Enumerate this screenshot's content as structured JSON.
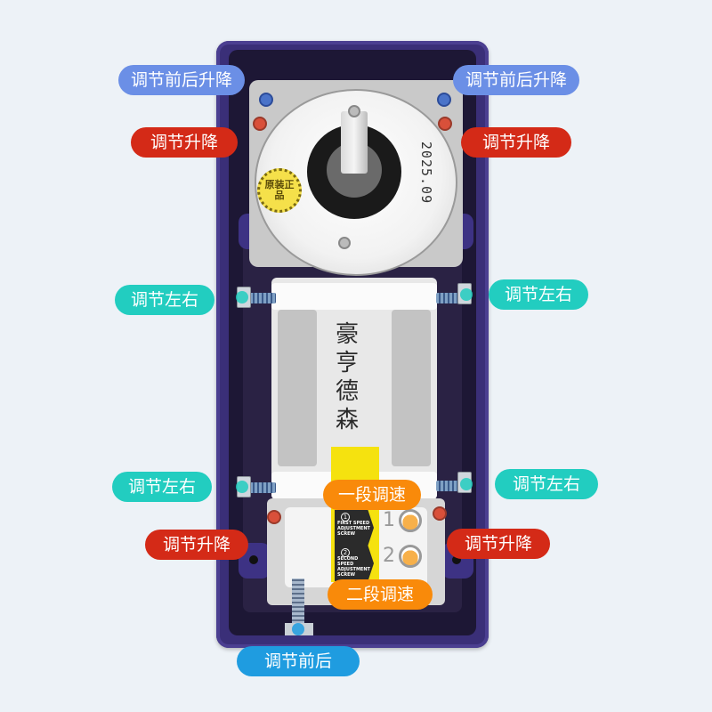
{
  "product": {
    "brand_text": "豪亨德森",
    "seal_text": "原装正品",
    "date_stamp": "2025.09",
    "label": {
      "first_num": "①",
      "first_text": "FIRST SPEED ADJUSTMENT SCREW",
      "second_num": "②",
      "second_text": "SECOND SPEED ADJUSTMENT SCREW"
    },
    "speed_numbers": [
      "1",
      "2"
    ]
  },
  "callouts": {
    "front_back_lift_left": "调节前后升降",
    "front_back_lift_right": "调节前后升降",
    "lift_top_left": "调节升降",
    "lift_top_right": "调节升降",
    "left_right_upper_left": "调节左右",
    "left_right_upper_right": "调节左右",
    "left_right_lower_left": "调节左右",
    "left_right_lower_right": "调节左右",
    "first_speed": "一段调速",
    "lift_bottom_left": "调节升降",
    "lift_bottom_right": "调节升降",
    "second_speed": "二段调速",
    "front_back": "调节前后"
  },
  "colors": {
    "background": "#edf2f7",
    "housing": "#3a2f78",
    "blue_callout": "#6b8fe6",
    "red_callout": "#d42a17",
    "teal_callout": "#22cdc0",
    "orange_callout": "#f98a0a",
    "sky_callout": "#1f9ce0"
  }
}
